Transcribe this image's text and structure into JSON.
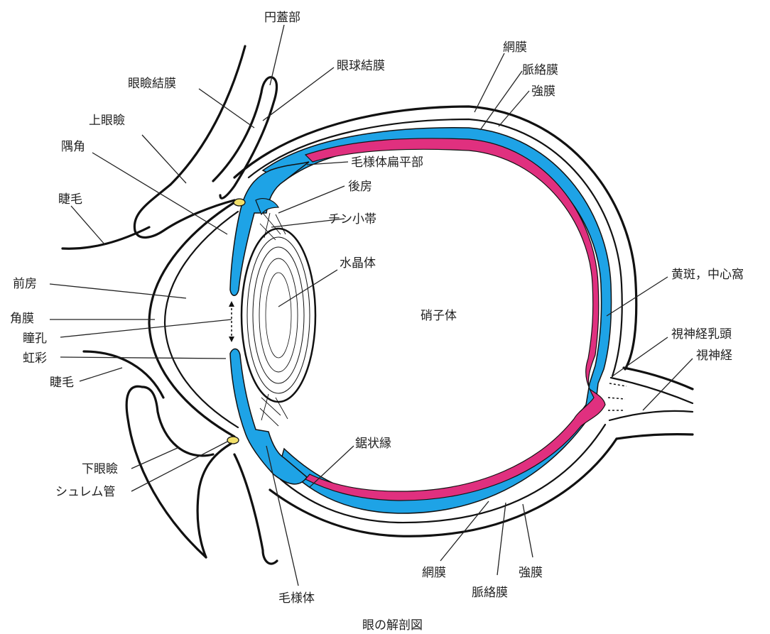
{
  "caption": "眼の解剖図",
  "colors": {
    "choroid": "#1ea3e6",
    "retina": "#e0307f",
    "outline": "#111111",
    "schlemm": "#f2e06a"
  },
  "labels": {
    "entaibu": "円蓋部",
    "ganken_ketsumaku": "眼瞼結膜",
    "gankyu_ketsumaku": "眼球結膜",
    "jo_ganken": "上眼瞼",
    "gukaku": "隅角",
    "shoumou_top": "睫毛",
    "zenbo": "前房",
    "kakumaku": "角膜",
    "doukou": "瞳孔",
    "kousai": "虹彩",
    "shoumou_bottom": "睫毛",
    "ka_ganken": "下眼瞼",
    "schlemm": "シュレム管",
    "moyoutai_bottom": "毛様体",
    "moyoutai_henpeibu": "毛様体扁平部",
    "koubou": "後房",
    "chin_shoutai": "チン小帯",
    "suishoutai": "水晶体",
    "moumaku_top": "網膜",
    "myakurakumaku_top": "脈絡膜",
    "kyoumaku_top": "強膜",
    "shoshitai": "硝子体",
    "ouhan": "黄斑，中心窩",
    "shishinkei_nyuutou": "視神経乳頭",
    "shishinkei": "視神経",
    "kyojouen": "鋸状縁",
    "moumaku_bottom": "網膜",
    "myakurakumaku_bottom": "脈絡膜",
    "kyoumaku_bottom": "強膜"
  }
}
